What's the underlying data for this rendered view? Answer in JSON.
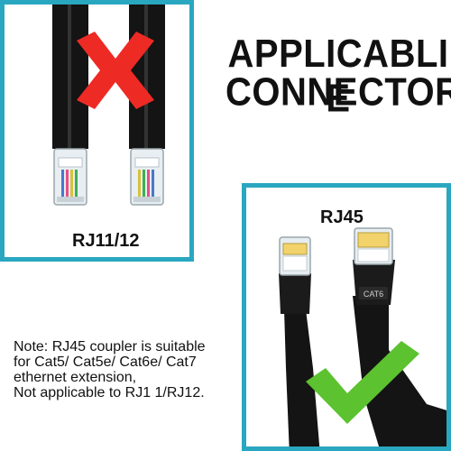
{
  "heading": {
    "line1": "APPLICABLI E",
    "line2": "CONNECTOR"
  },
  "left_panel": {
    "label": "RJ11/12",
    "mark": "cross-icon",
    "mark_color": "#ee2a24"
  },
  "right_panel": {
    "label": "RJ45",
    "cable_text": "CAT6",
    "mark": "check-icon",
    "mark_color": "#5cc22f"
  },
  "note": {
    "lines": [
      "Note: RJ45 coupler is suitable",
      "for Cat5/ Cat5e/ Cat6e/ Cat7",
      "ethernet extension,",
      "Not applicable to RJ1 1/RJ12."
    ]
  },
  "colors": {
    "frame": "#2aa7c0",
    "cable": "#141414"
  }
}
